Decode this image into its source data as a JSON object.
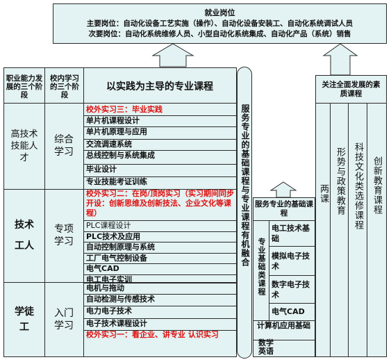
{
  "top": {
    "title": "就业岗位",
    "line1": "主要岗位：自动化设备工艺实施（操作）、自动化设备安装工、自动化系统调试人员",
    "line2": "次要岗位：自动化系统维修人员、小型自动化系统集成、自动化产品（系统）销售"
  },
  "left_table": {
    "header_col1": "职业能力发展的三个阶段",
    "header_col2": "校内学习的三个阶段",
    "header_col3": "以实践为主导的专业课程",
    "stages": [
      "高技术技能人才",
      "技术工人",
      "学徒工"
    ],
    "phases": [
      "综合学习",
      "专项学习",
      "入门学习"
    ],
    "courses": [
      {
        "text": "校外实习三：毕业实践",
        "style": "red"
      },
      {
        "text": "单片机课程设计",
        "style": "bold"
      },
      {
        "text": "单片机原理与应用",
        "style": "bold"
      },
      {
        "text": "交流调速系统",
        "style": "bold"
      },
      {
        "text": "总线控制与系统集成",
        "style": "bold"
      },
      {
        "text": "毕业设计",
        "style": "bold"
      },
      {
        "text": "专业技能考证训练",
        "style": "bold"
      },
      {
        "text": "校外实习二：在岗/顶岗实习（实习期间同步开设：创新思维及创新技法、企业文化等课程）",
        "style": "red"
      },
      {
        "text": "PLC课程设计",
        "style": "normal"
      },
      {
        "text": "PLC技术及应用",
        "style": "bold"
      },
      {
        "text": "自动控制原理与系统",
        "style": "bold"
      },
      {
        "text": "工厂电气控制设备",
        "style": "bold"
      },
      {
        "text": "电气CAD",
        "style": "bold"
      },
      {
        "text": "电工电子实训",
        "style": "bold"
      },
      {
        "text": "电机与拖动",
        "style": "bold"
      },
      {
        "text": "自动检测与传感技术",
        "style": "bold"
      },
      {
        "text": "电力电子技术",
        "style": "bold"
      },
      {
        "text": "电子技术课程设计",
        "style": "bold"
      },
      {
        "text": "校外实习一：看企业、讲专业 认识实习",
        "style": "red"
      }
    ]
  },
  "middle_pillar": "服务专业的基础课程与专业课程有机融合",
  "base_courses": {
    "title": "服务专业的基础课程",
    "side_label": "专业基础类课程",
    "items": [
      "电工技术基础",
      "模拟电子技术",
      "数字电子技术",
      "电气CAD"
    ],
    "bottom": [
      "计算机应用基础",
      "数学",
      "英语"
    ]
  },
  "right_panel": {
    "title": "关注全面发展的素质课程",
    "columns": [
      "两课",
      "形势与政策教育",
      "科技文化类选修课程",
      "创新教育课程"
    ]
  },
  "colors": {
    "box_fill": "#e3f2f2",
    "border": "#2a2a2a",
    "red": "#e01010"
  }
}
